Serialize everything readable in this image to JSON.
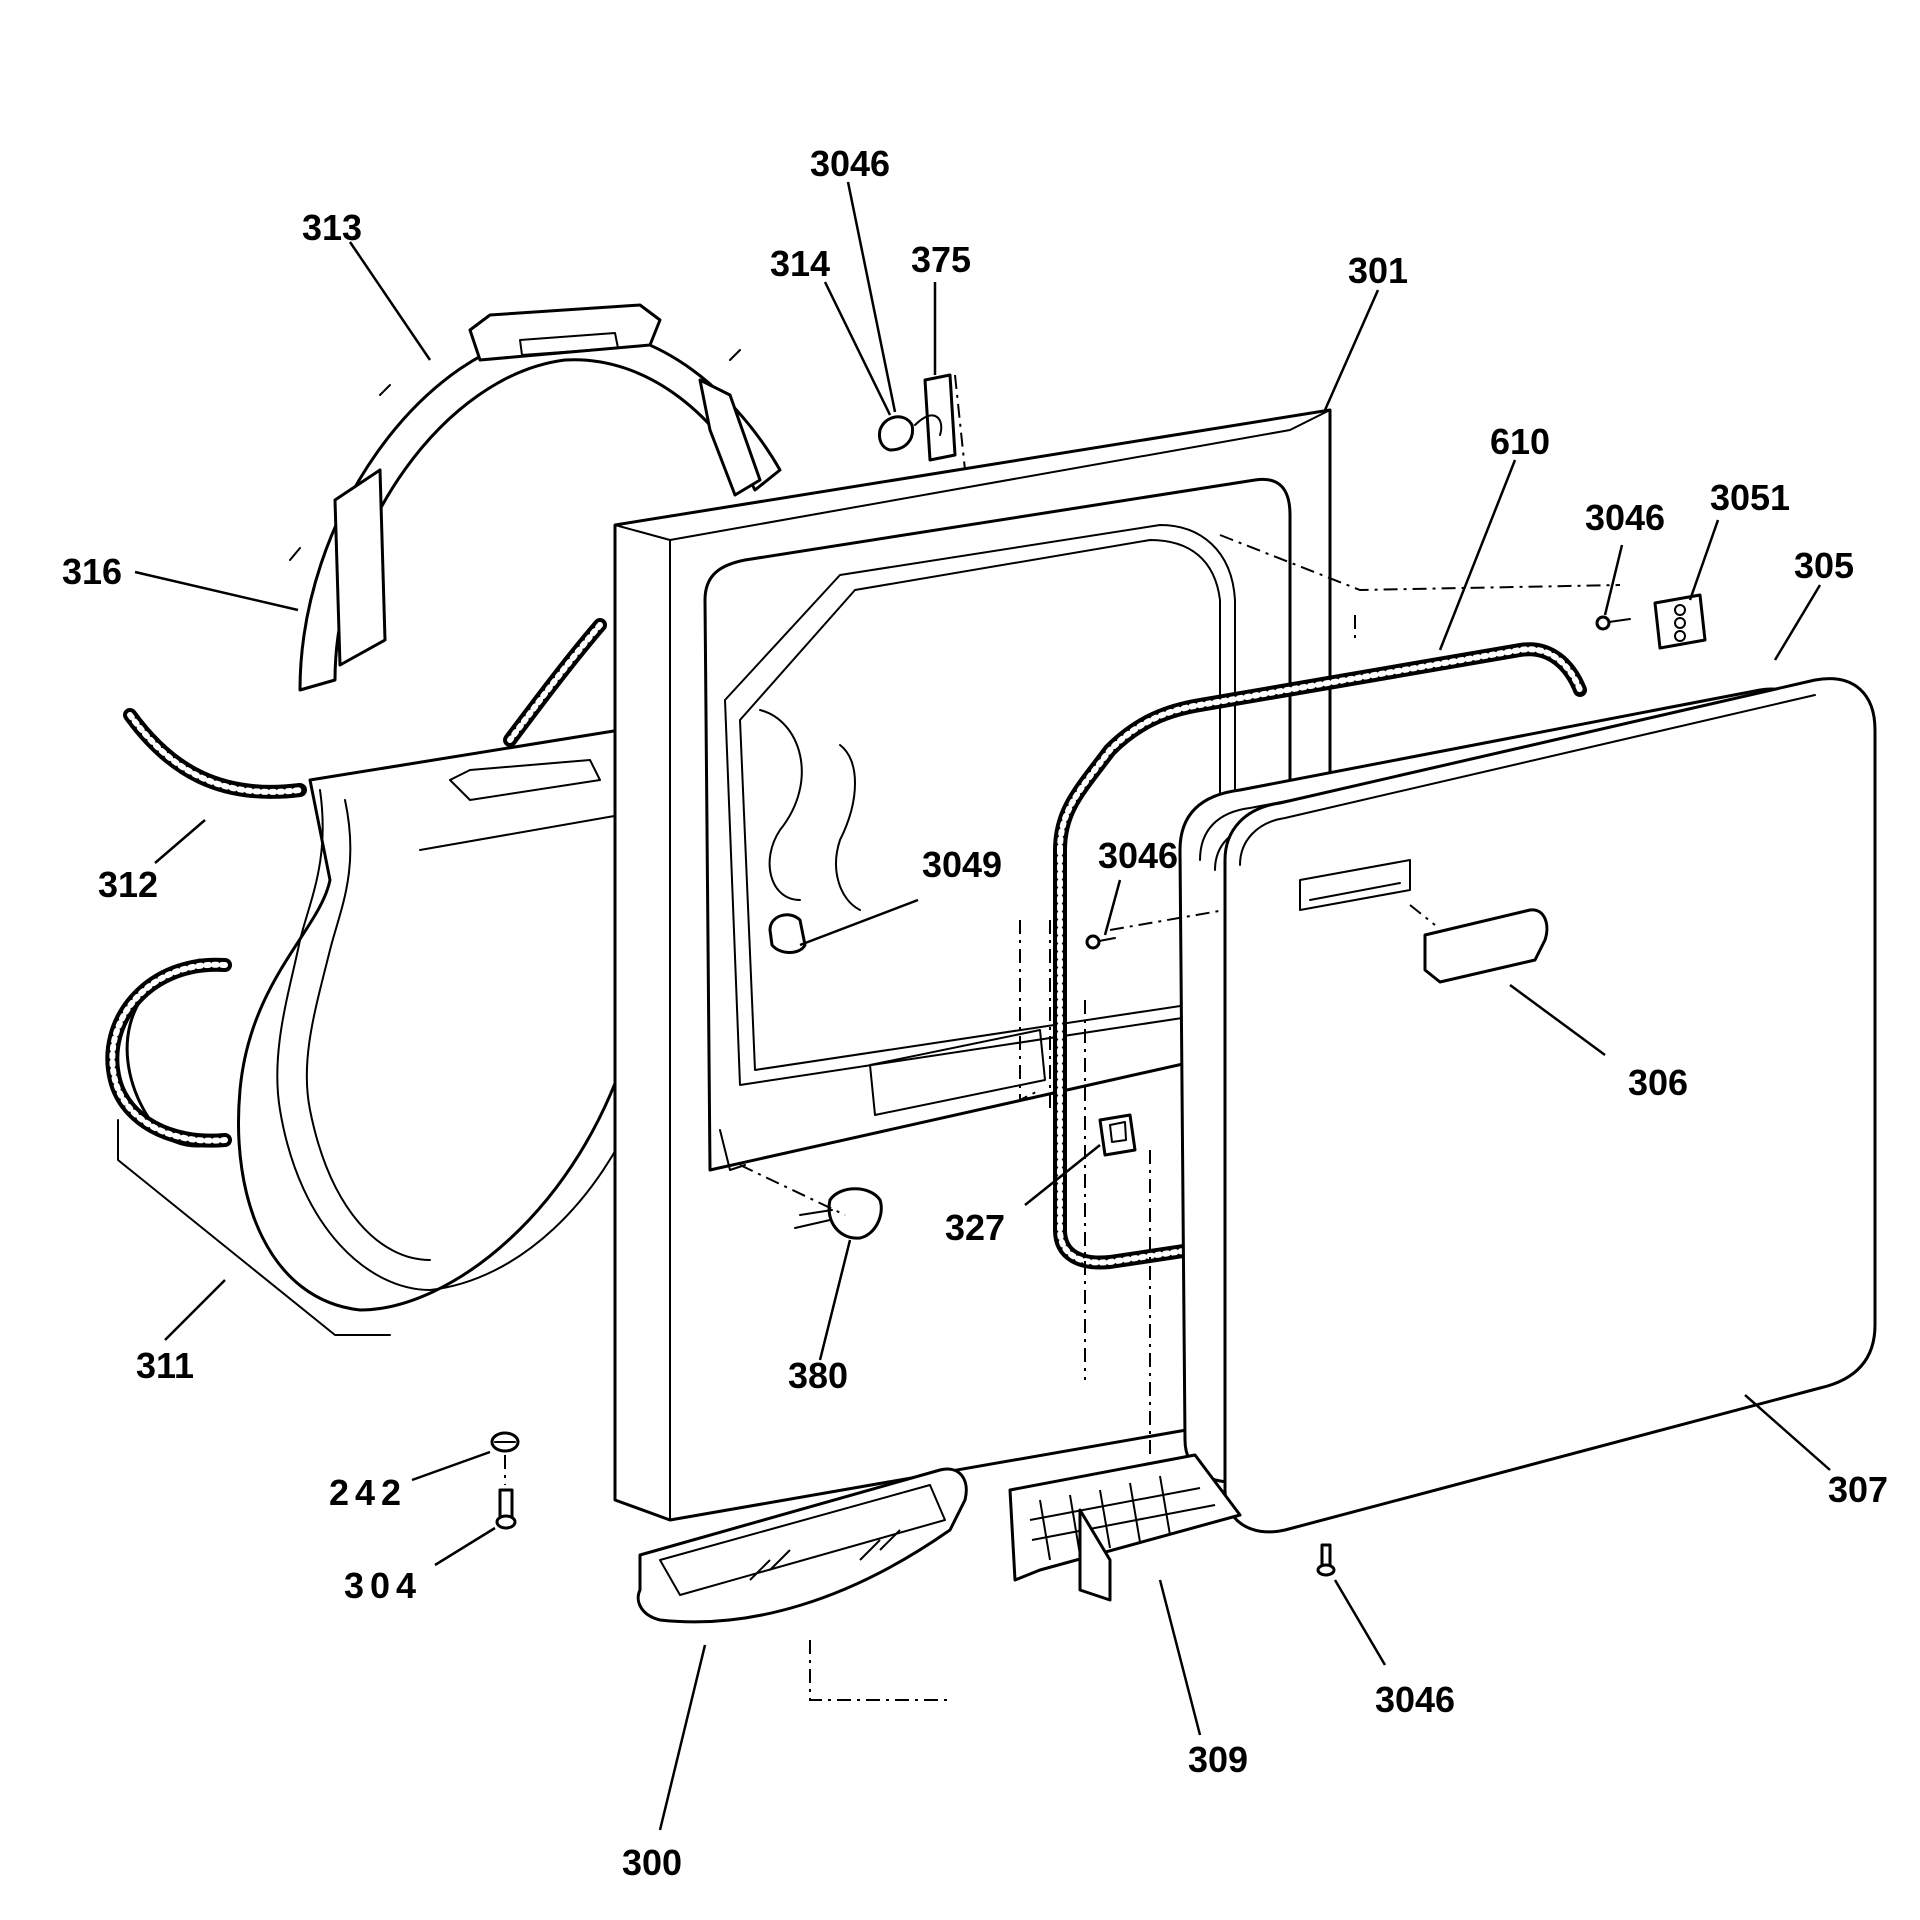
{
  "callouts": [
    {
      "id": "c-3046-top",
      "label": "3046"
    },
    {
      "id": "c-313",
      "label": "313"
    },
    {
      "id": "c-314",
      "label": "314"
    },
    {
      "id": "c-375",
      "label": "375"
    },
    {
      "id": "c-301",
      "label": "301"
    },
    {
      "id": "c-610",
      "label": "610"
    },
    {
      "id": "c-3046-right",
      "label": "3046"
    },
    {
      "id": "c-3051",
      "label": "3051"
    },
    {
      "id": "c-305",
      "label": "305"
    },
    {
      "id": "c-316",
      "label": "316"
    },
    {
      "id": "c-312",
      "label": "312"
    },
    {
      "id": "c-3049",
      "label": "3049"
    },
    {
      "id": "c-3046-mid",
      "label": "3046"
    },
    {
      "id": "c-306",
      "label": "306"
    },
    {
      "id": "c-327",
      "label": "327"
    },
    {
      "id": "c-311",
      "label": "311"
    },
    {
      "id": "c-380",
      "label": "380"
    },
    {
      "id": "c-307",
      "label": "307"
    },
    {
      "id": "c-242",
      "label": "242"
    },
    {
      "id": "c-304",
      "label": "304"
    },
    {
      "id": "c-3046-bottom",
      "label": "3046"
    },
    {
      "id": "c-309",
      "label": "309"
    },
    {
      "id": "c-300",
      "label": "300"
    }
  ]
}
